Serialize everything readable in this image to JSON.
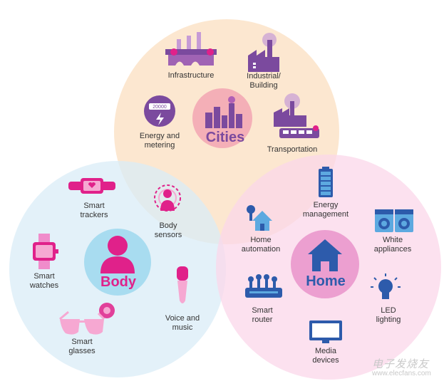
{
  "hubs": {
    "cities": "Cities",
    "body": "Body",
    "home": "Home"
  },
  "items": {
    "infrastructure": "Infrastructure",
    "industrial_building": "Industrial/\nBuilding",
    "energy_metering": "Energy and\nmetering",
    "transportation": "Transportation",
    "smart_trackers": "Smart\ntrackers",
    "body_sensors": "Body\nsensors",
    "smart_watches": "Smart\nwatches",
    "voice_music": "Voice and\nmusic",
    "smart_glasses": "Smart\nglasses",
    "energy_management": "Energy\nmanagement",
    "home_automation": "Home\nautomation",
    "white_appliances": "White\nappliances",
    "smart_router": "Smart\nrouter",
    "led_lighting": "LED\nlighting",
    "media_devices": "Media\ndevices"
  },
  "meter_reading": "20000",
  "watermark": {
    "text": "电子发烧友",
    "url": "www.elecfans.com"
  },
  "colors": {
    "cities_circle": "#fbe3c8",
    "body_circle": "#d9ecf7",
    "home_circle": "#fbd7ea",
    "purple": "#7b4a9e",
    "magenta": "#e0218a",
    "pink_light": "#f6a8d2",
    "blue": "#2d5bab",
    "text": "#333333"
  }
}
